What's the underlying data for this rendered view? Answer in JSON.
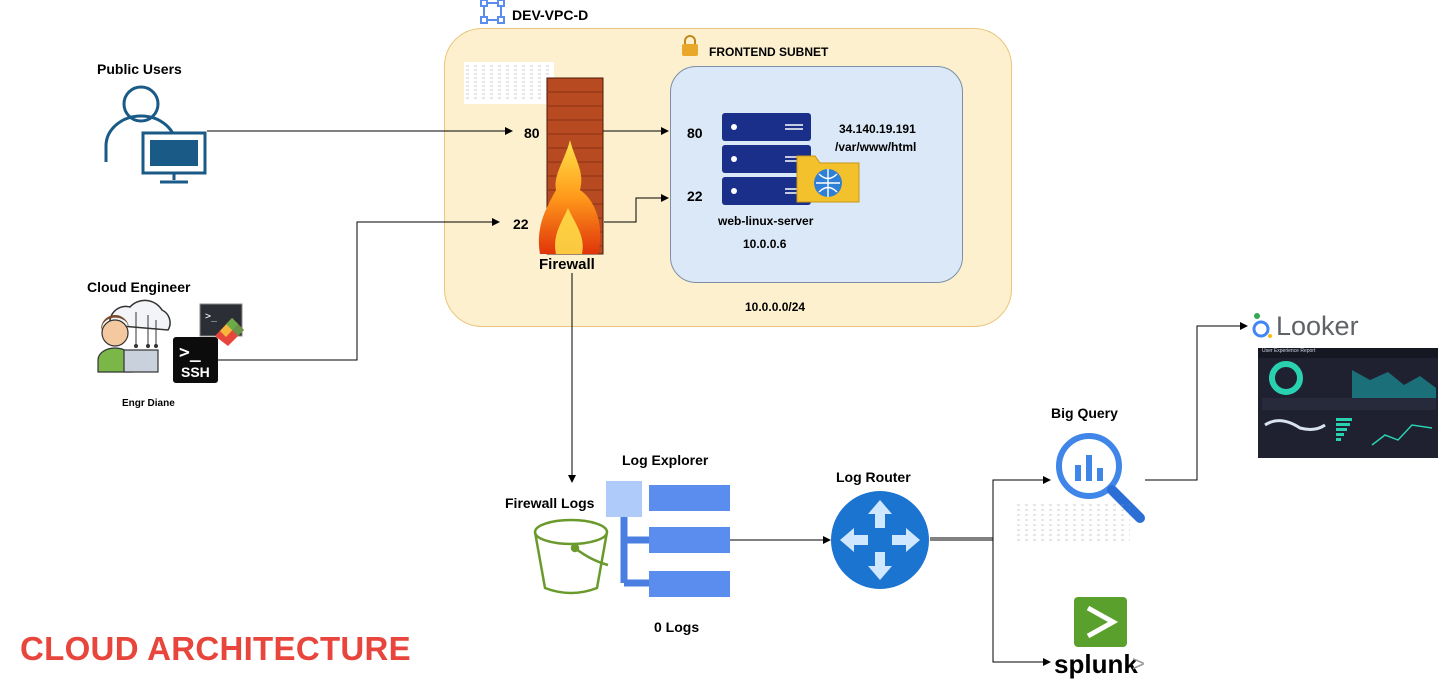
{
  "vpc": {
    "label": "DEV-VPC-D",
    "cidr": "10.0.0.0/24"
  },
  "subnet": {
    "label": "FRONTEND SUBNET"
  },
  "public_users": {
    "label": "Public Users"
  },
  "cloud_engineer": {
    "label": "Cloud Engineer",
    "name": "Engr Diane",
    "ssh_label": "SSH"
  },
  "firewall": {
    "label": "Firewall",
    "port_http": "80",
    "port_ssh": "22"
  },
  "server": {
    "name": "web-linux-server",
    "private_ip": "10.0.0.6",
    "public_ip": "34.140.19.191",
    "doc_root": "/var/www/html",
    "port_http": "80",
    "port_ssh": "22"
  },
  "log_explorer": {
    "label": "Log Explorer",
    "count": "0 Logs"
  },
  "firewall_logs": {
    "label": "Firewall Logs"
  },
  "log_router": {
    "label": "Log Router"
  },
  "bigquery": {
    "label": "Big Query"
  },
  "looker": {
    "label": "Looker",
    "report_title": "User Experience Report"
  },
  "splunk": {
    "label": "splunk",
    "chevron": ">"
  },
  "page_title": "CLOUD ARCHITECTURE",
  "colors": {
    "vpc_fill": "#fdf0cf",
    "subnet_fill": "#dbe8f7",
    "icon_blue": "#1a5a86",
    "server_navy": "#1a2f8a",
    "gcp_blue": "#5b8def",
    "router_blue": "#1a74d0",
    "bucket_green": "#6a9a2b",
    "splunk_green": "#5aa02c",
    "title_red": "#e8453c"
  }
}
